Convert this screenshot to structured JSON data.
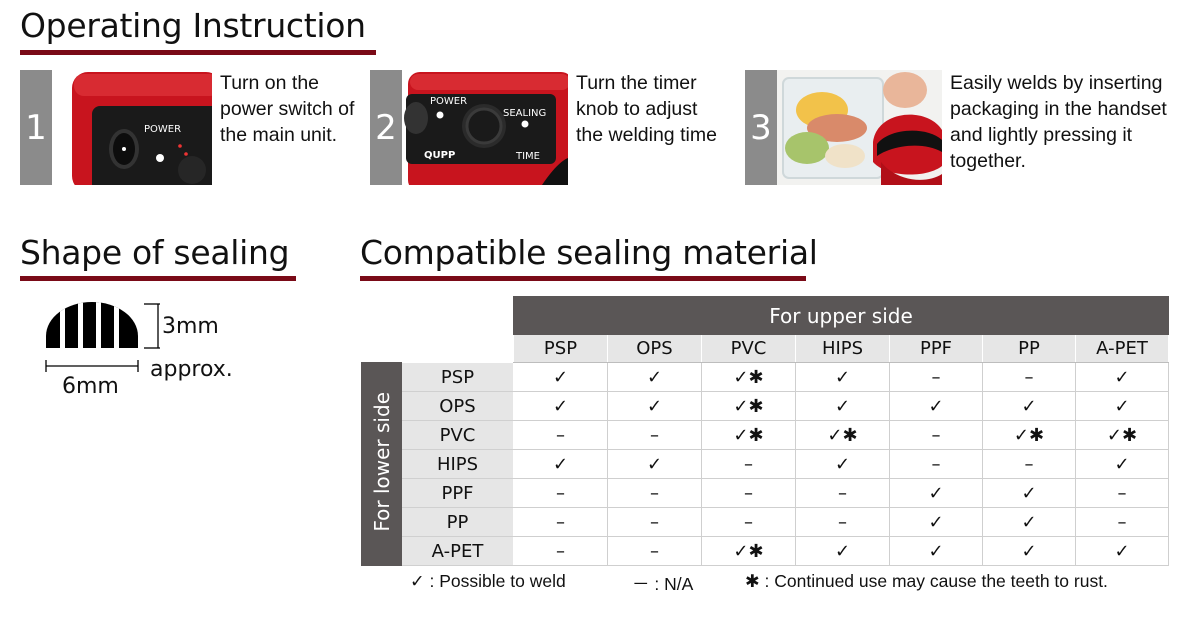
{
  "operating": {
    "heading": "Operating Instruction",
    "steps": [
      {
        "num": "1",
        "text": "Turn on the power switch of the main unit.",
        "photo_label": "POWER"
      },
      {
        "num": "2",
        "text": "Turn the timer knob to adjust the welding time",
        "photo_labels": [
          "POWER",
          "SEALING",
          "TIME",
          "QUPP"
        ]
      },
      {
        "num": "3",
        "text": "Easily welds by inserting packaging in the handset and lightly pressing it together."
      }
    ]
  },
  "shape": {
    "heading": "Shape of sealing",
    "height_label": "3mm",
    "approx_label": "approx.",
    "width_label": "6mm"
  },
  "compat": {
    "heading": "Compatible sealing material",
    "upper_label": "For upper side",
    "lower_label": "For lower side",
    "columns": [
      "PSP",
      "OPS",
      "PVC",
      "HIPS",
      "PPF",
      "PP",
      "A-PET"
    ],
    "rows": [
      {
        "label": "PSP",
        "cells": [
          "✓",
          "✓",
          "✓✱",
          "✓",
          "–",
          "–",
          "✓"
        ]
      },
      {
        "label": "OPS",
        "cells": [
          "✓",
          "✓",
          "✓✱",
          "✓",
          "✓",
          "✓",
          "✓"
        ]
      },
      {
        "label": "PVC",
        "cells": [
          "–",
          "–",
          "✓✱",
          "✓✱",
          "–",
          "✓✱",
          "✓✱"
        ]
      },
      {
        "label": "HIPS",
        "cells": [
          "✓",
          "✓",
          "–",
          "✓",
          "–",
          "–",
          "✓"
        ]
      },
      {
        "label": "PPF",
        "cells": [
          "–",
          "–",
          "–",
          "–",
          "✓",
          "✓",
          "–"
        ]
      },
      {
        "label": "PP",
        "cells": [
          "–",
          "–",
          "–",
          "–",
          "✓",
          "✓",
          "–"
        ]
      },
      {
        "label": "A-PET",
        "cells": [
          "–",
          "–",
          "✓✱",
          "✓",
          "✓",
          "✓",
          "✓"
        ]
      }
    ]
  },
  "legend": {
    "possible": "✓ : Possible to weld",
    "na": "－ : N/A",
    "rust": "✱ : Continued use may cause the teeth to rust."
  },
  "colors": {
    "accent_underline": "#7a0a17",
    "header_dark": "#5a5656",
    "header_light": "#e6e6e6",
    "step_number_bg": "#8b8b8b",
    "device_red": "#c8141e"
  }
}
